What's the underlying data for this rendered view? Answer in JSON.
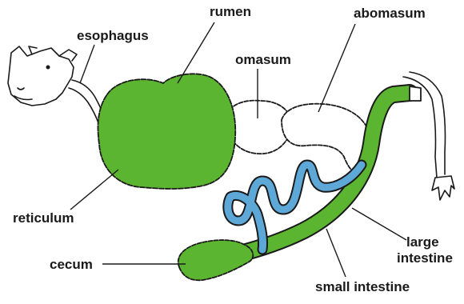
{
  "labels": {
    "esophagus": "esophagus",
    "rumen": "rumen",
    "abomasum": "abomasum",
    "omasum": "omasum",
    "reticulum": "reticulum",
    "cecum": "cecum",
    "large_intestine_line1": "large",
    "large_intestine_line2": "intestine",
    "small_intestine": "small intestine"
  },
  "colors": {
    "green_organs": "#5cb531",
    "blue_small_intestine": "#5ea8d8",
    "outline": "#1a1a1a",
    "background": "#ffffff"
  }
}
